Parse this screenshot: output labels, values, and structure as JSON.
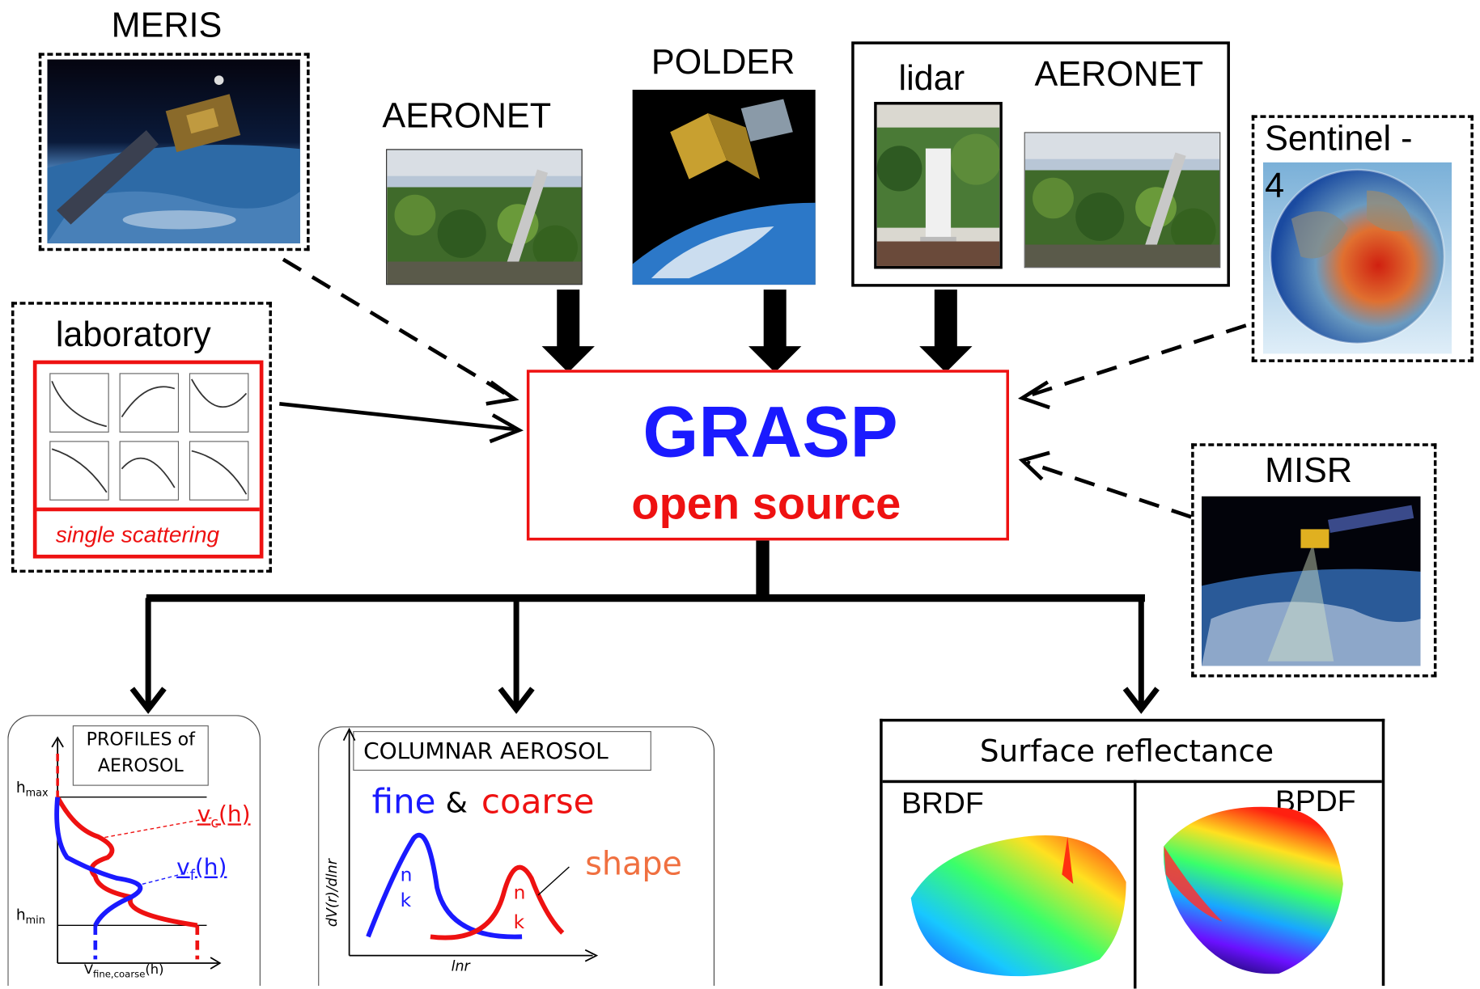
{
  "sources": {
    "meris": "MERIS",
    "aeronet_left": "AERONET",
    "polder": "POLDER",
    "lidar": "lidar",
    "aeronet_right": "AERONET",
    "sentinel": "Sentinel -",
    "sentinel_num": "4",
    "laboratory": "laboratory",
    "single_scattering": "single scattering",
    "misr": "MISR"
  },
  "center": {
    "title": "GRASP",
    "subtitle": "open source"
  },
  "outputs": {
    "profiles": {
      "title_line1": "PROFILES of",
      "title_line2": "AEROSOL",
      "hmax": "h",
      "hmax_sub": "max",
      "hmin": "h",
      "hmin_sub": "min",
      "vc": "v",
      "vc_sub": "c",
      "vc_arg": "(h)",
      "vf": "v",
      "vf_sub": "f",
      "vf_arg": "(h)",
      "xaxis": "V",
      "xaxis_sub": "fine,coarse",
      "xaxis_arg": "(h)"
    },
    "columnar": {
      "title": "COLUMNAR AEROSOL",
      "fine": "fine",
      "amp": "&",
      "coarse": "coarse",
      "shape": "shape",
      "n1": "n",
      "k1": "k",
      "n2": "n",
      "k2": "k",
      "ylabel": "dV(r)/dlnr",
      "xlabel": "lnr"
    },
    "surface": {
      "title": "Surface reflectance",
      "brdf": "BRDF",
      "bpdf": "BPDF"
    }
  },
  "colors": {
    "grasp_blue": "#1a1aff",
    "red": "#ee1111",
    "orange": "#f07040"
  }
}
